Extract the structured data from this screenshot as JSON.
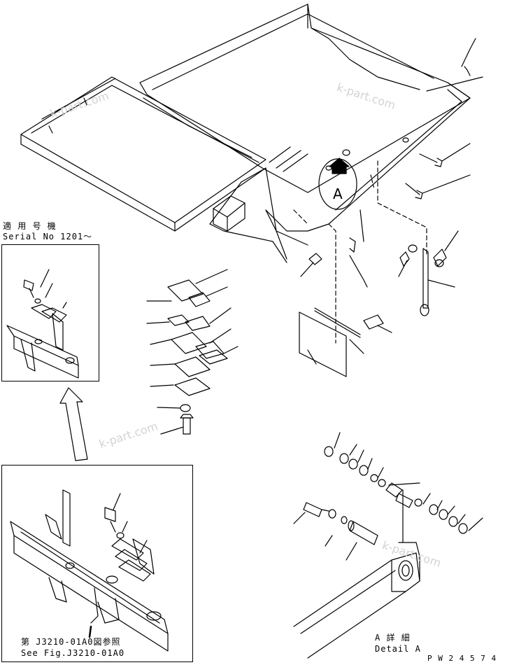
{
  "serial_inset": {
    "label_jp": "適 用 号 機",
    "label_en": "Serial No 1201～"
  },
  "main_inset": {
    "label_jp": "第 J3210-01A0図参照",
    "label_en": "See Fig.J3210-01A0"
  },
  "detail": {
    "callout_letter": "A",
    "label_jp": "A 詳 細",
    "label_en": "Detail A"
  },
  "figure_id": "P W 2 4 5 7 4",
  "watermark": "k-part.com",
  "colors": {
    "line": "#000000",
    "background": "#ffffff",
    "watermark": "#d3d3d3"
  }
}
